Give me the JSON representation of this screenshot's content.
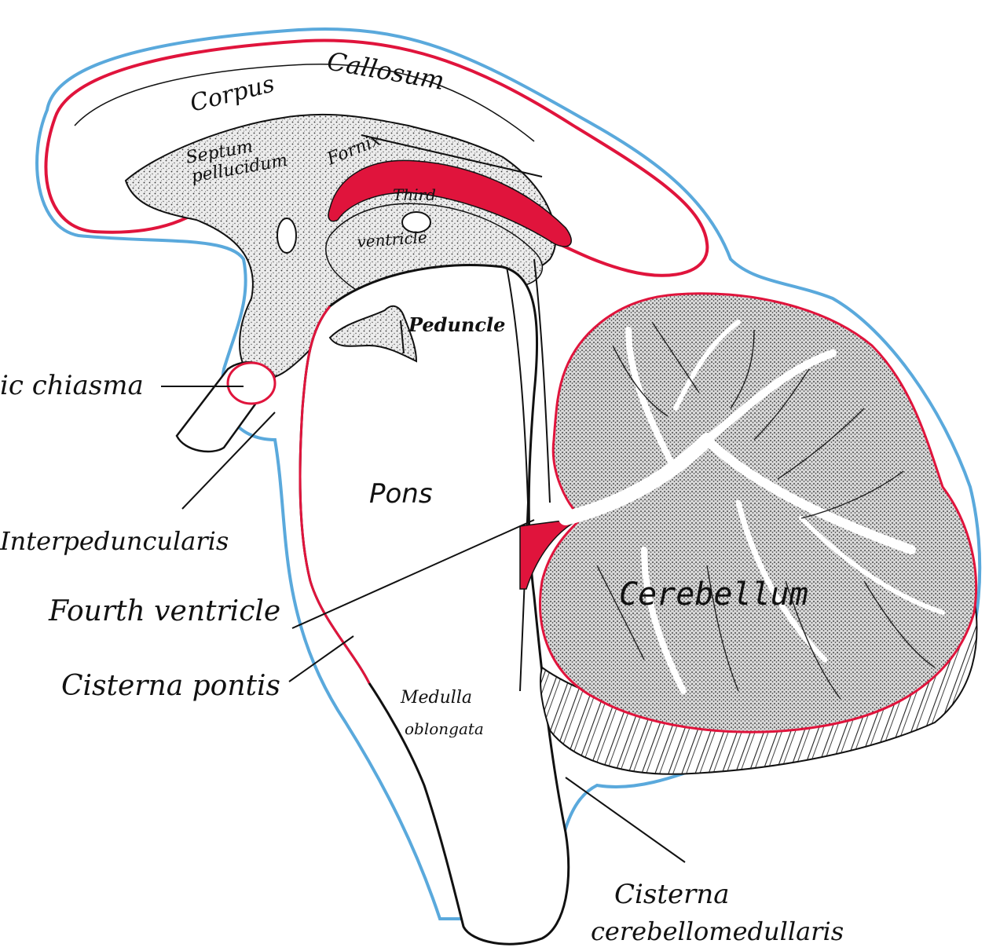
{
  "colors": {
    "pia_red": "#e0143c",
    "arachnoid_blue": "#5aa9dc",
    "tissue_fill": "#e4e4e4",
    "line": "#111111",
    "background": "#ffffff"
  },
  "labels": {
    "corpus": "Corpus",
    "callosum": "Callosum",
    "septum": "Septum",
    "pellucidum": "pellucidum",
    "fornix": "Fornix",
    "third": "Third",
    "ventricle": "ventricle",
    "peduncle": "Peduncle",
    "optic_chiasma": "ic chiasma",
    "interpeduncularis": "Interpeduncularis",
    "pons": "Pons",
    "fourth_ventricle": "Fourth ventricle",
    "cisterna_pontis": "Cisterna pontis",
    "medulla": "Medulla",
    "oblongata": "oblongata",
    "cerebellum": "Cerebellum",
    "cisterna": "Cisterna",
    "cerebellomedullaris": "cerebellomedullaris"
  }
}
